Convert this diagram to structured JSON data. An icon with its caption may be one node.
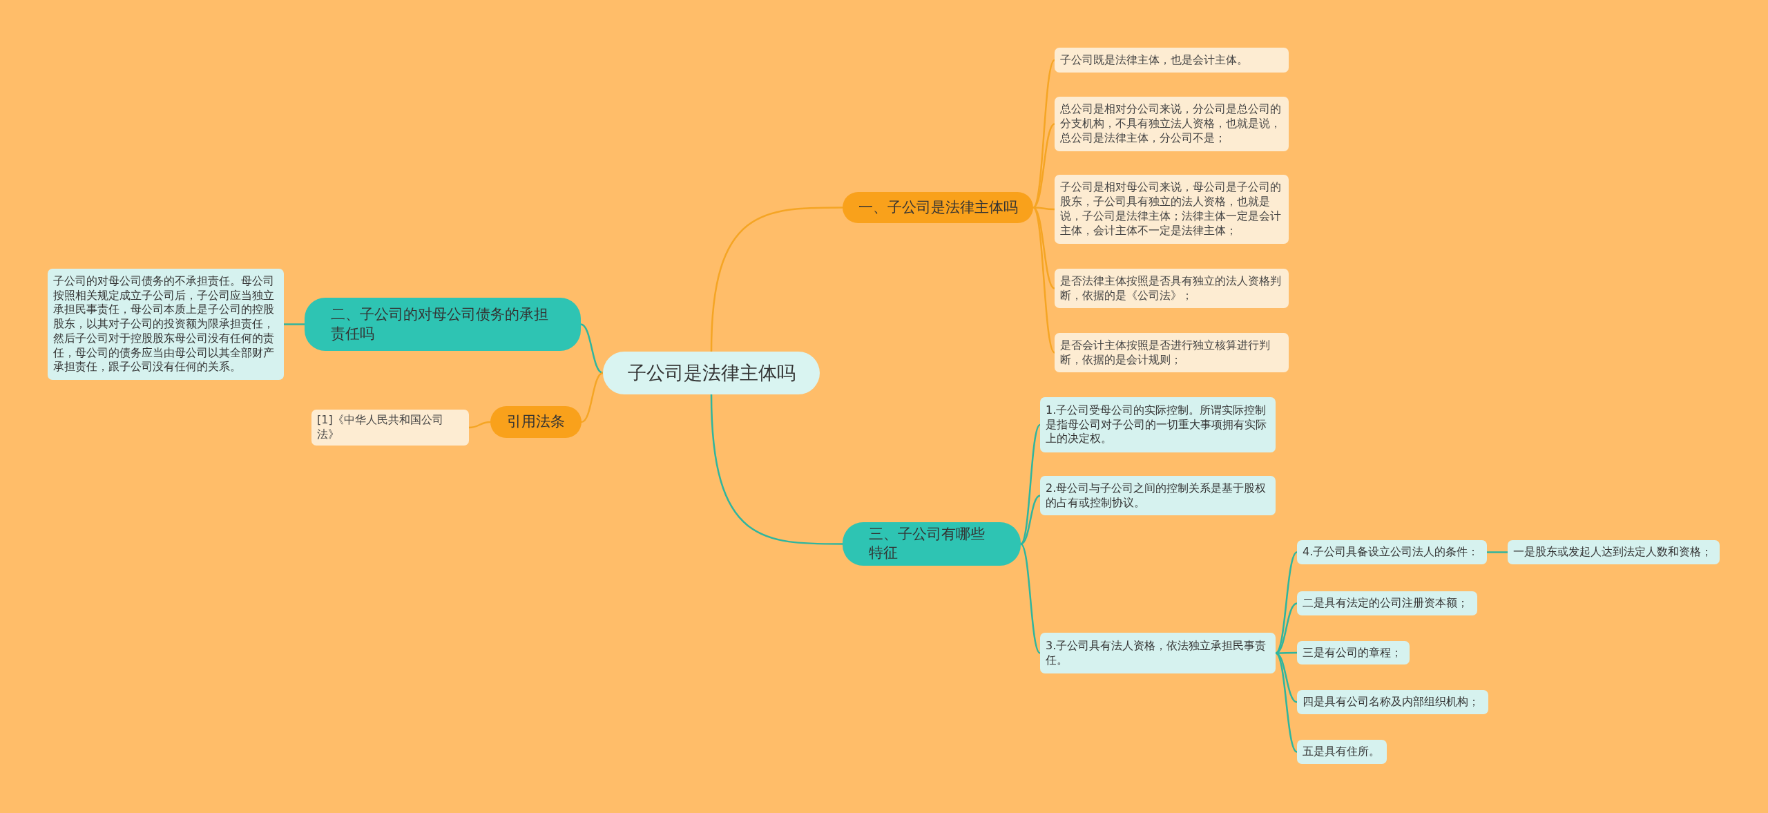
{
  "diagram": {
    "nodes": [
      {
        "text": [
          "子公司是法律主体吗"
        ]
      },
      {
        "text": [
          "一、子公司是法律主体吗"
        ]
      },
      {
        "text": [
          "子公司既是法律主体，也是会计主体。"
        ]
      },
      {
        "text": [
          "总公司是相对分公司来说，分公司是总公司的分支机构，不具有独立法人资格，也就是说，总公司是法律主体，分公司不是；"
        ]
      },
      {
        "text": [
          "子公司是相对母公司来说，母公司是子公司的股东，子公司具有独立的法人资格，也就是说，子公司是法律主体；法律主体一定是会计主体，会计主体不一定是法律主体；"
        ]
      },
      {
        "text": [
          "是否法律主体按照是否具有独立的法人资格判断，依据的是《公司法》；"
        ]
      },
      {
        "text": [
          "是否会计主体按照是否进行独立核算进行判断，依据的是会计规则；"
        ]
      },
      {
        "text": [
          "二、子公司的对母公司债务的承担责任吗"
        ]
      },
      {
        "text": [
          "子公司的对母公司债务的不承担责任。母公司按照相关规定成立子公司后，子公司应当独立承担民事责任，母公司本质上是子公司的控股股东，以其对子公司的投资额为限承担责任，然后子公司对于控股股东母公司没有任何的责任，母公司的债务应当由母公司以其全部财产承担责任，跟子公司没有任何的关系。"
        ]
      },
      {
        "text": [
          "引用法条"
        ]
      },
      {
        "text": [
          "[1]《中华人民共和国公司法》"
        ]
      },
      {
        "text": [
          "三、子公司有哪些特征"
        ]
      },
      {
        "text": [
          "1.子公司受母公司的实际控制。所谓实际控制是指母公司对子公司的一切重大事项拥有实际上的决定权。"
        ]
      },
      {
        "text": [
          "2.母公司与子公司之间的控制关系是基于股权的占有或控制协议。"
        ]
      },
      {
        "text": [
          "3.子公司具有法人资格，依法独立承担民事责任。"
        ]
      },
      {
        "text": [
          "4.子公司具备设立公司法人的条件："
        ]
      },
      {
        "text": [
          "一是股东或发起人达到法定人数和资格；"
        ]
      },
      {
        "text": [
          "二是具有法定的公司注册资本额；"
        ]
      },
      {
        "text": [
          "三是有公司的章程；"
        ]
      },
      {
        "text": [
          "四是具有公司名称及内部组织机构；"
        ]
      },
      {
        "text": [
          "五是具有住所。"
        ]
      }
    ],
    "edges": [
      {
        "from": 0,
        "to": 1,
        "arrow": "none",
        "color": "#f5a524"
      },
      {
        "from": 1,
        "to": 2,
        "arrow": "none",
        "color": "#f5a524"
      },
      {
        "from": 1,
        "to": 3,
        "arrow": "none",
        "color": "#f5a524"
      },
      {
        "from": 1,
        "to": 4,
        "arrow": "none",
        "color": "#f5a524"
      },
      {
        "from": 1,
        "to": 5,
        "arrow": "none",
        "color": "#f5a524"
      },
      {
        "from": 1,
        "to": 6,
        "arrow": "none",
        "color": "#f5a524"
      },
      {
        "from": 0,
        "to": 7,
        "arrow": "none"
      },
      {
        "from": 7,
        "to": 8,
        "arrow": "none"
      },
      {
        "from": 0,
        "to": 9,
        "arrow": "none",
        "color": "#f5a524"
      },
      {
        "from": 9,
        "to": 10,
        "arrow": "none",
        "color": "#f5a524"
      },
      {
        "from": 0,
        "to": 11,
        "arrow": "none"
      },
      {
        "from": 11,
        "to": 12,
        "arrow": "none"
      },
      {
        "from": 11,
        "to": 13,
        "arrow": "none"
      },
      {
        "from": 11,
        "to": 14,
        "arrow": "none"
      },
      {
        "from": 14,
        "to": 15,
        "arrow": "none"
      },
      {
        "from": 15,
        "to": 16,
        "arrow": "none"
      },
      {
        "from": 14,
        "to": 17,
        "arrow": "none"
      },
      {
        "from": 14,
        "to": 18,
        "arrow": "none"
      },
      {
        "from": 14,
        "to": 19,
        "arrow": "none"
      },
      {
        "from": 14,
        "to": 20,
        "arrow": "none"
      }
    ]
  }
}
